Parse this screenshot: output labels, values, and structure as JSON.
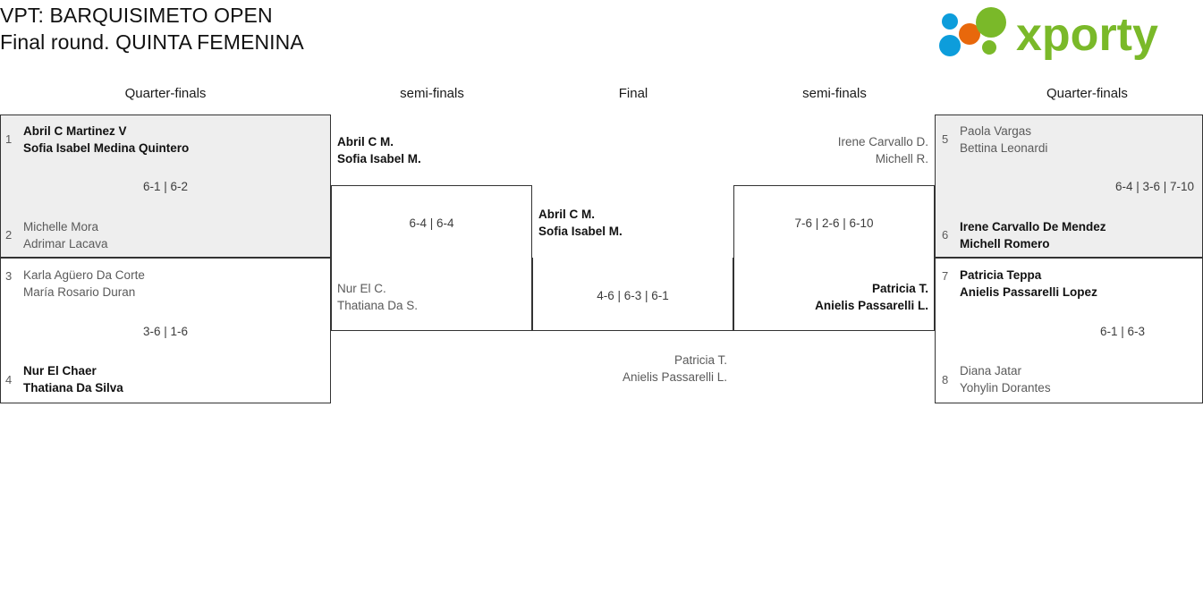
{
  "header": {
    "title_line1": "VPT: BARQUISIMETO OPEN",
    "title_line2": "Final round. QUINTA FEMENINA",
    "logo_text": "xporty",
    "logo_colors": {
      "green": "#7ab929",
      "orange": "#e8680c",
      "blue": "#0d9ddb"
    }
  },
  "rounds": {
    "left_quarter": "Quarter-finals",
    "left_semi": "semi-finals",
    "final": "Final",
    "right_semi": "semi-finals",
    "right_quarter": "Quarter-finals"
  },
  "bracket": {
    "left_quarterfinals": [
      {
        "score": "6-1 | 6-2",
        "top": {
          "seed": "1",
          "player1": "Abril C Martinez V",
          "player2": "Sofia Isabel Medina Quintero",
          "winner": true
        },
        "bottom": {
          "seed": "2",
          "player1": "Michelle Mora",
          "player2": "Adrimar Lacava",
          "winner": false
        }
      },
      {
        "score": "3-6 | 1-6",
        "top": {
          "seed": "3",
          "player1": "Karla Agüero Da Corte",
          "player2": "María Rosario Duran",
          "winner": false
        },
        "bottom": {
          "seed": "4",
          "player1": "Nur El Chaer",
          "player2": "Thatiana Da Silva",
          "winner": true
        }
      }
    ],
    "left_semifinal": {
      "score": "6-4 | 6-4",
      "top": {
        "player1": "Abril C M.",
        "player2": "Sofia Isabel M.",
        "winner": true
      },
      "bottom": {
        "player1": "Nur El C.",
        "player2": "Thatiana Da S.",
        "winner": false
      }
    },
    "final": {
      "score": "4-6 | 6-3 | 6-1",
      "top": {
        "player1": "Abril C M.",
        "player2": "Sofia Isabel M.",
        "winner": true
      },
      "bottom": {
        "player1": "Patricia T.",
        "player2": "Anielis Passarelli L.",
        "winner": false
      }
    },
    "right_semifinal": {
      "score": "7-6 | 2-6 | 6-10",
      "top": {
        "player1": "Irene Carvallo D.",
        "player2": "Michell R.",
        "winner": false
      },
      "bottom": {
        "player1": "Patricia T.",
        "player2": "Anielis Passarelli L.",
        "winner": true
      }
    },
    "right_quarterfinals": [
      {
        "score": "6-4 | 3-6 | 7-10",
        "top": {
          "seed": "5",
          "player1": "Paola Vargas",
          "player2": "Bettina Leonardi",
          "winner": false
        },
        "bottom": {
          "seed": "6",
          "player1": "Irene Carvallo De Mendez",
          "player2": "Michell Romero",
          "winner": true
        }
      },
      {
        "score": "6-1 | 6-3",
        "top": {
          "seed": "7",
          "player1": "Patricia Teppa",
          "player2": "Anielis Passarelli Lopez",
          "winner": true
        },
        "bottom": {
          "seed": "8",
          "player1": "Diana Jatar",
          "player2": "Yohylin Dorantes",
          "winner": false
        }
      }
    ]
  }
}
